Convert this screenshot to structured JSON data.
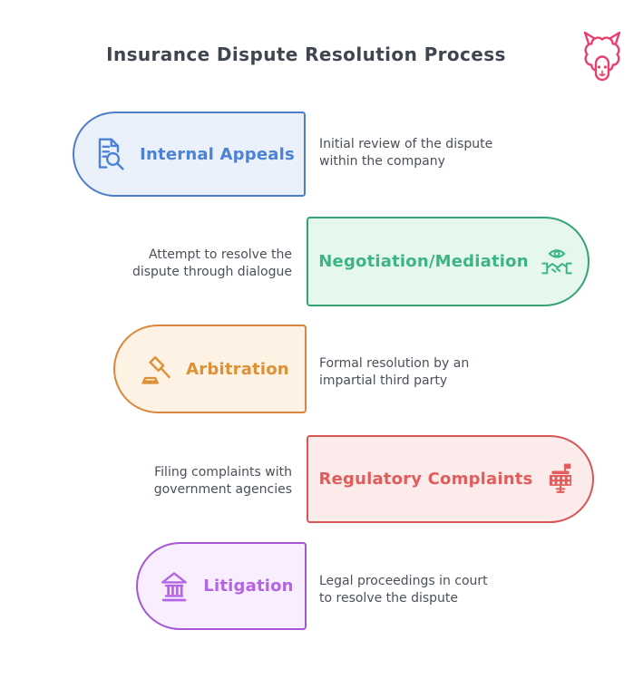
{
  "title": "Insurance Dispute Resolution Process",
  "logo": {
    "name": "alpaca-logo",
    "color": "#e8406e"
  },
  "text_color": "#4a5059",
  "title_color": "#3f4650",
  "steps": [
    {
      "label": "Internal Appeals",
      "icon": "document-search-icon",
      "side": "left",
      "accent": "#4b82d8",
      "border": "#4d7cc9",
      "background": "#eaf1fb",
      "description": "Initial review of the dispute within the company",
      "description_lines": [
        "Initial review of the dispute",
        "within the company"
      ]
    },
    {
      "label": "Negotiation/Mediation",
      "icon": "mediation-handshake-icon",
      "side": "right",
      "accent": "#3cb583",
      "border": "#34a475",
      "background": "#e6f8ee",
      "description": "Attempt to resolve the dispute through dialogue",
      "description_lines": [
        "Attempt to resolve the",
        "dispute through dialogue"
      ]
    },
    {
      "label": "Arbitration",
      "icon": "gavel-icon",
      "side": "left",
      "accent": "#dd9134",
      "border": "#d9873a",
      "background": "#fdf2e4",
      "description": "Formal resolution by an impartial third party",
      "description_lines": [
        "Formal resolution by an",
        "impartial third party"
      ]
    },
    {
      "label": "Regulatory Complaints",
      "icon": "government-building-icon",
      "side": "right",
      "accent": "#e25c5c",
      "border": "#d95454",
      "background": "#fcebeb",
      "description": "Filing complaints with government agencies",
      "description_lines": [
        "Filing complaints with",
        "government agencies"
      ]
    },
    {
      "label": "Litigation",
      "icon": "courthouse-icon",
      "side": "left",
      "accent": "#b465e3",
      "border": "#a656d6",
      "background": "#f8eefd",
      "description": "Legal proceedings in court to resolve the dispute",
      "description_lines": [
        "Legal proceedings in court",
        "to resolve the dispute"
      ]
    }
  ]
}
